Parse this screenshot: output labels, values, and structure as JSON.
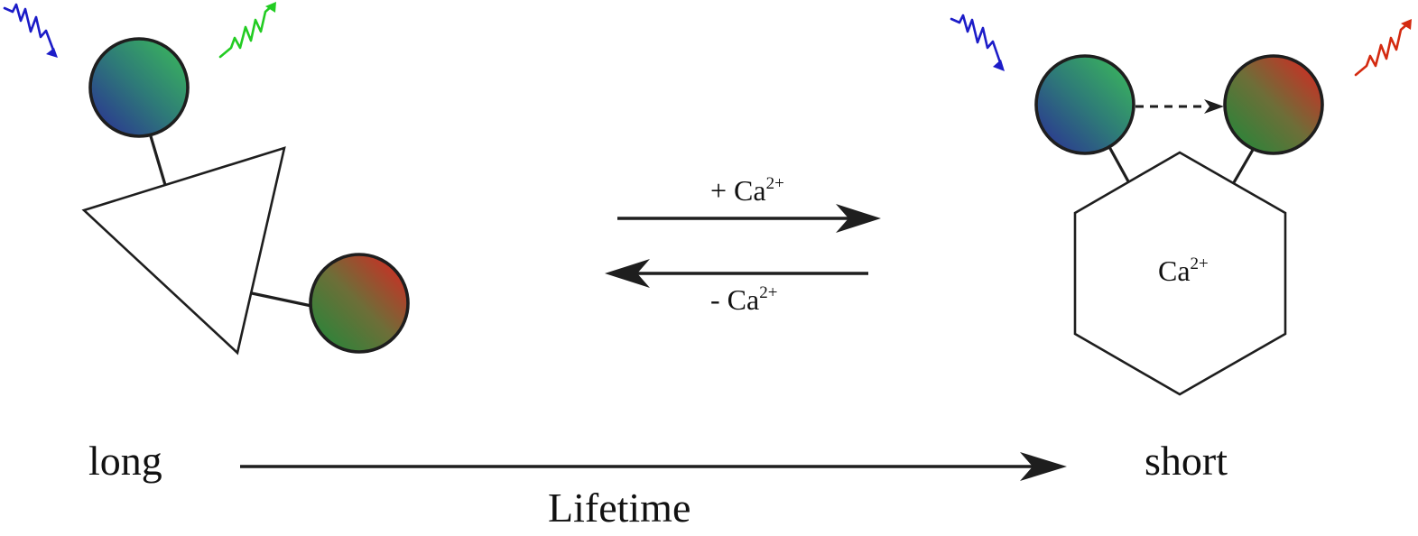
{
  "reaction": {
    "forward_label": "+ Ca",
    "forward_sup": "2+",
    "reverse_label": "- Ca",
    "reverse_sup": "2+"
  },
  "bound_state": {
    "ion_label": "Ca",
    "ion_sup": "2+"
  },
  "lifetime": {
    "axis_label": "Lifetime",
    "start_label": "long",
    "end_label": "short"
  },
  "colors": {
    "donor_excitation": "#1c1cc8",
    "donor_emission": "#22cc22",
    "acceptor_emission": "#d42a10",
    "donor_gradient": [
      "#2a2a96",
      "#2e7a78",
      "#3cbf58"
    ],
    "acceptor_gradient": [
      "#1a8a3a",
      "#6e6e38",
      "#e02020"
    ]
  },
  "icons": {
    "excitation": "wavy-arrow-in",
    "emission": "wavy-arrow-out",
    "energy_transfer": "dashed-arrow"
  }
}
